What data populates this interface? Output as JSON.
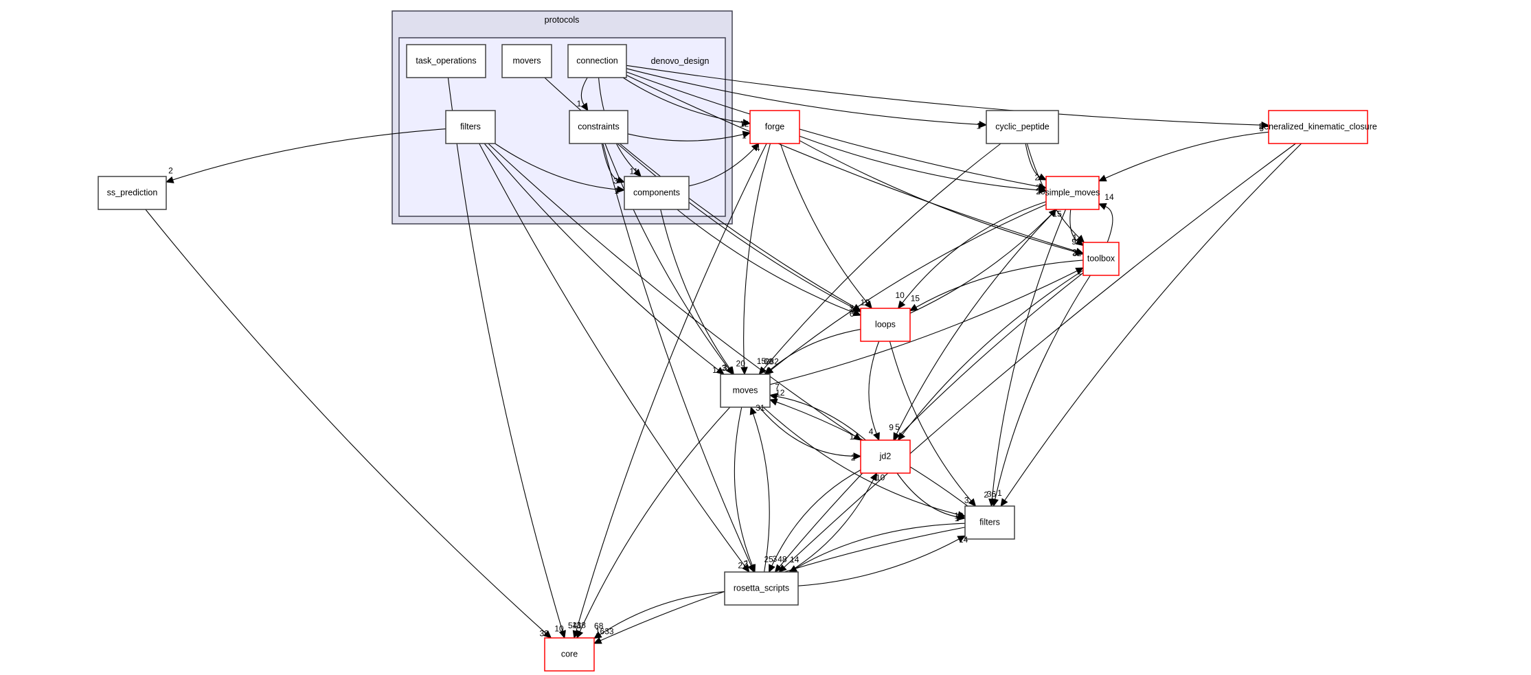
{
  "clusters": [
    {
      "id": "protocols",
      "label": "protocols"
    },
    {
      "id": "denovo_design",
      "label": "denovo_design"
    }
  ],
  "nodes": [
    {
      "id": "task_operations",
      "label": "task_operations",
      "cluster": "denovo_design",
      "highlight": false
    },
    {
      "id": "movers",
      "label": "movers",
      "cluster": "denovo_design",
      "highlight": false
    },
    {
      "id": "connection",
      "label": "connection",
      "cluster": "denovo_design",
      "highlight": false
    },
    {
      "id": "filters_dd",
      "label": "filters",
      "cluster": "denovo_design",
      "highlight": false
    },
    {
      "id": "constraints",
      "label": "constraints",
      "cluster": "denovo_design",
      "highlight": false
    },
    {
      "id": "components",
      "label": "components",
      "cluster": "denovo_design",
      "highlight": false
    },
    {
      "id": "ss_prediction",
      "label": "ss_prediction",
      "highlight": false
    },
    {
      "id": "forge",
      "label": "forge",
      "highlight": true
    },
    {
      "id": "cyclic_peptide",
      "label": "cyclic_peptide",
      "highlight": false
    },
    {
      "id": "generalized_kinematic_closure",
      "label": "generalized_kinematic_closure",
      "highlight": true
    },
    {
      "id": "simple_moves",
      "label": "simple_moves",
      "highlight": true
    },
    {
      "id": "toolbox",
      "label": "toolbox",
      "highlight": true
    },
    {
      "id": "loops",
      "label": "loops",
      "highlight": true
    },
    {
      "id": "moves",
      "label": "moves",
      "highlight": false
    },
    {
      "id": "jd2",
      "label": "jd2",
      "highlight": true
    },
    {
      "id": "filters",
      "label": "filters",
      "highlight": false
    },
    {
      "id": "rosetta_scripts",
      "label": "rosetta_scripts",
      "highlight": false
    },
    {
      "id": "core",
      "label": "core",
      "highlight": true
    }
  ],
  "edges": [
    {
      "from": "connection",
      "to": "constraints",
      "label": "1"
    },
    {
      "from": "connection",
      "to": "components",
      "label": "11"
    },
    {
      "from": "constraints",
      "to": "components",
      "label": "3"
    },
    {
      "from": "filters_dd",
      "to": "components",
      "label": "1"
    },
    {
      "from": "connection",
      "to": "forge",
      "label": "12"
    },
    {
      "from": "constraints",
      "to": "forge",
      "label": "1"
    },
    {
      "from": "components",
      "to": "forge",
      "label": "4"
    },
    {
      "from": "connection",
      "to": "cyclic_peptide",
      "label": "1"
    },
    {
      "from": "connection",
      "to": "generalized_kinematic_closure",
      "label": "2"
    },
    {
      "from": "filters_dd",
      "to": "ss_prediction",
      "label": "2"
    },
    {
      "from": "cyclic_peptide",
      "to": "simple_moves",
      "label": "2"
    },
    {
      "from": "connection",
      "to": "simple_moves",
      "label": "2"
    },
    {
      "from": "forge",
      "to": "simple_moves",
      "label": "23"
    },
    {
      "from": "generalized_kinematic_closure",
      "to": "simple_moves",
      "label": ""
    },
    {
      "from": "connection",
      "to": "toolbox",
      "label": "2"
    },
    {
      "from": "forge",
      "to": "toolbox",
      "label": "32"
    },
    {
      "from": "simple_moves",
      "to": "toolbox",
      "label": "9"
    },
    {
      "from": "toolbox",
      "to": "simple_moves",
      "label": "14"
    },
    {
      "from": "loops",
      "to": "simple_moves",
      "label": "15"
    },
    {
      "from": "cyclic_peptide",
      "to": "toolbox",
      "label": "1"
    },
    {
      "from": "moves",
      "to": "toolbox",
      "label": "1"
    },
    {
      "from": "constraints",
      "to": "loops",
      "label": "1"
    },
    {
      "from": "components",
      "to": "loops",
      "label": "6"
    },
    {
      "from": "forge",
      "to": "loops",
      "label": "19"
    },
    {
      "from": "movers",
      "to": "loops",
      "label": "3"
    },
    {
      "from": "simple_moves",
      "to": "loops",
      "label": "10"
    },
    {
      "from": "toolbox",
      "to": "loops",
      "label": "15"
    },
    {
      "from": "filters_dd",
      "to": "moves",
      "label": "1"
    },
    {
      "from": "constraints",
      "to": "moves",
      "label": "3"
    },
    {
      "from": "components",
      "to": "moves",
      "label": "3"
    },
    {
      "from": "forge",
      "to": "moves",
      "label": "20"
    },
    {
      "from": "cyclic_peptide",
      "to": "moves",
      "label": "15"
    },
    {
      "from": "loops",
      "to": "moves",
      "label": "60"
    },
    {
      "from": "simple_moves",
      "to": "moves",
      "label": "282"
    },
    {
      "from": "jd2",
      "to": "moves",
      "label": "7"
    },
    {
      "from": "filters",
      "to": "moves",
      "label": "12"
    },
    {
      "from": "rosetta_scripts",
      "to": "moves",
      "label": "31"
    },
    {
      "from": "loops",
      "to": "jd2",
      "label": "4"
    },
    {
      "from": "filters_dd",
      "to": "jd2",
      "label": "1"
    },
    {
      "from": "toolbox",
      "to": "jd2",
      "label": "5"
    },
    {
      "from": "simple_moves",
      "to": "jd2",
      "label": "9"
    },
    {
      "from": "moves",
      "to": "jd2",
      "label": "2"
    },
    {
      "from": "rosetta_scripts",
      "to": "jd2",
      "label": "10"
    },
    {
      "from": "jd2",
      "to": "filters",
      "label": "1"
    },
    {
      "from": "loops",
      "to": "filters",
      "label": "3"
    },
    {
      "from": "moves",
      "to": "filters",
      "label": "10"
    },
    {
      "from": "rosetta_scripts",
      "to": "filters",
      "label": "14"
    },
    {
      "from": "simple_moves",
      "to": "filters",
      "label": "2"
    },
    {
      "from": "toolbox",
      "to": "filters",
      "label": "36"
    },
    {
      "from": "generalized_kinematic_closure",
      "to": "filters",
      "label": "1"
    },
    {
      "from": "moves",
      "to": "rosetta_scripts",
      "label": "1"
    },
    {
      "from": "filters_dd",
      "to": "rosetta_scripts",
      "label": "2"
    },
    {
      "from": "constraints",
      "to": "rosetta_scripts",
      "label": "2"
    },
    {
      "from": "jd2",
      "to": "rosetta_scripts",
      "label": "25"
    },
    {
      "from": "filters",
      "to": "rosetta_scripts",
      "label": "14"
    },
    {
      "from": "toolbox",
      "to": "rosetta_scripts",
      "label": "3"
    },
    {
      "from": "generalized_kinematic_closure",
      "to": "rosetta_scripts",
      "label": "48"
    },
    {
      "from": "forge",
      "to": "core",
      "label": "541"
    },
    {
      "from": "moves",
      "to": "core",
      "label": "138"
    },
    {
      "from": "rosetta_scripts",
      "to": "core",
      "label": "68"
    },
    {
      "from": "ss_prediction",
      "to": "core",
      "label": "39"
    },
    {
      "from": "task_operations",
      "to": "core",
      "label": "10"
    },
    {
      "from": "filters",
      "to": "core",
      "label": "1633"
    }
  ]
}
